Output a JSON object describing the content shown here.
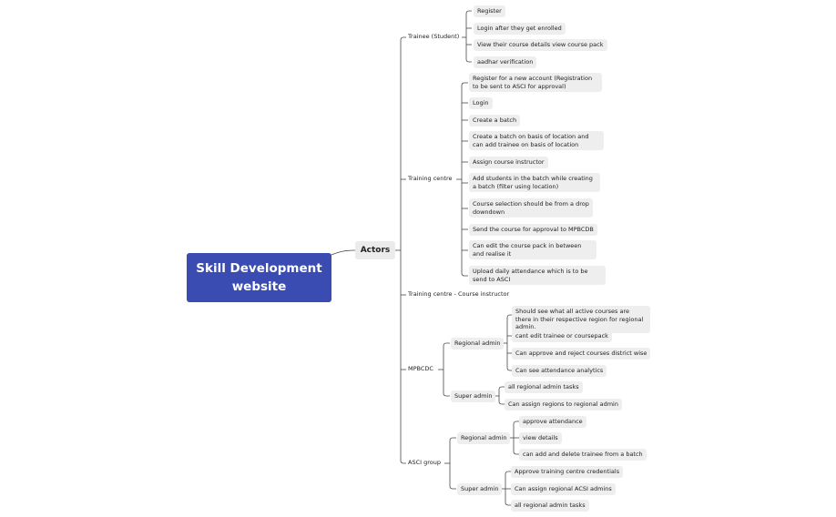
{
  "root": {
    "title_line1": "Skill Development",
    "title_line2": "website"
  },
  "actors": {
    "label": "Actors"
  },
  "trainee": {
    "label": "Trainee (Student)",
    "items": [
      "Register",
      "Login after they get enrolled",
      "View their course details view course pack",
      "aadhar verification"
    ]
  },
  "training_centre": {
    "label": "Training centre",
    "items": [
      "Register for a new account (Registration to be sent to ASCI for approval)",
      "Login",
      "Create a batch",
      "Create a batch on basis of location and can add trainee on basis of location",
      "Assign course instructor",
      "Add students in the batch while creating a batch (filter using location)",
      "Course selection should be from a drop downdown",
      "Send the course for approval to MPBCDB",
      "Can edit the course pack in between and realise it",
      "Upload daily attendance which is to be send to ASCI"
    ]
  },
  "course_instructor": {
    "label": "Training centre - Course instructor"
  },
  "mpbcdc": {
    "label": "MPBCDC",
    "regional_admin": {
      "label": "Regional admin",
      "items": [
        "Should see what all active courses are there in their respective region for regional admin.",
        "cant edit trainee or coursepack",
        "Can approve and reject courses district wise",
        "Can see attendance analytics"
      ]
    },
    "super_admin": {
      "label": "Super admin",
      "items": [
        "all regional admin tasks",
        "Can assign regions to regional admin"
      ]
    }
  },
  "asci": {
    "label": "ASCI group",
    "regional_admin": {
      "label": "Regional admin",
      "items": [
        "approve attendance",
        "view details",
        "can add and delete trainee from a batch"
      ]
    },
    "super_admin": {
      "label": "Super admin",
      "items": [
        "Approve training centre credentials",
        "Can assign regional ACSI admins",
        "all regional admin tasks"
      ]
    }
  }
}
